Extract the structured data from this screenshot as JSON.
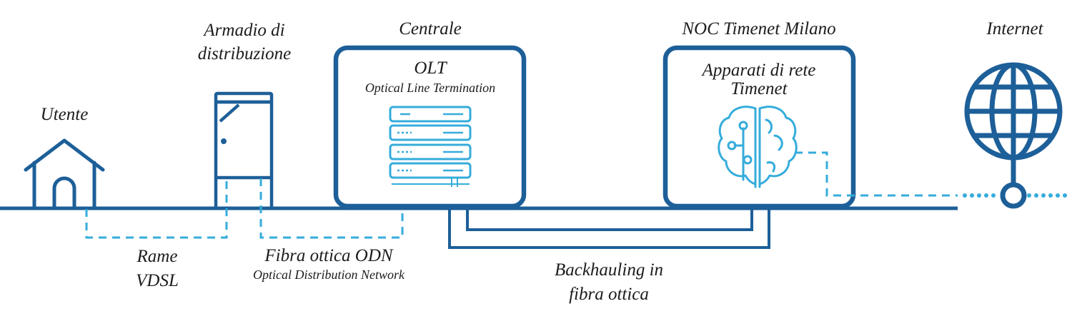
{
  "colors": {
    "dark_blue": "#1d5f98",
    "light_blue": "#35acdb",
    "text": "#1c1c1c"
  },
  "labels": {
    "utente": "Utente",
    "armadio_line1": "Armadio di",
    "armadio_line2": "distribuzione",
    "centrale": "Centrale",
    "olt_title": "OLT",
    "olt_subtitle": "Optical Line Termination",
    "noc": "NOC Timenet Milano",
    "apparati_line1": "Apparati di rete",
    "apparati_line2": "Timenet",
    "internet": "Internet",
    "rame": "Rame",
    "vdsl": "VDSL",
    "odn_title": "Fibra ottica ODN",
    "odn_subtitle": "Optical Distribution Network",
    "backhauling_line1": "Backhauling in",
    "backhauling_line2": "fibra ottica"
  },
  "icons": {
    "house": "house-icon",
    "cabinet": "cabinet-icon",
    "server": "server-rack-icon",
    "brain": "brain-circuit-icon",
    "globe": "globe-icon"
  }
}
